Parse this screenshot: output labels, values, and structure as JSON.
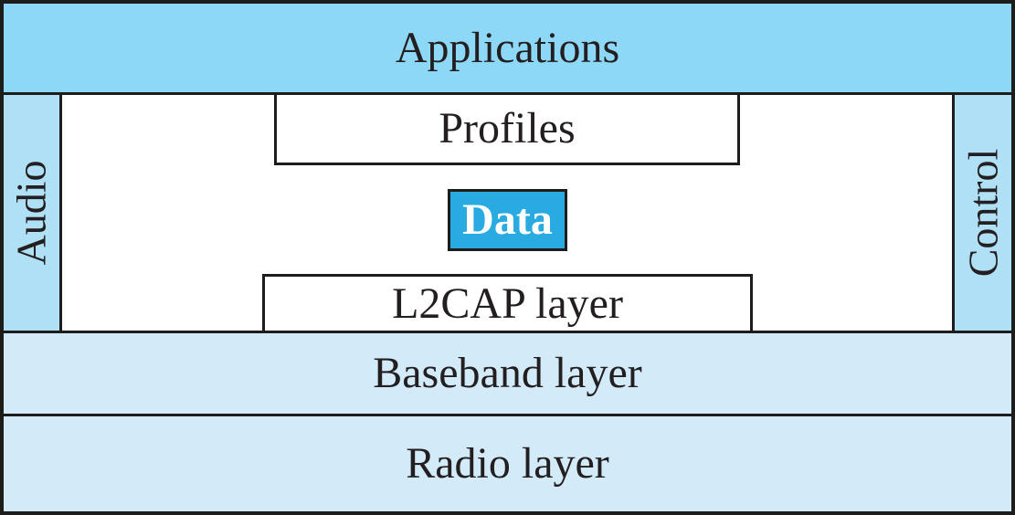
{
  "diagram": {
    "layers": {
      "applications": "Applications",
      "profiles": "Profiles",
      "data": "Data",
      "l2cap": "L2CAP layer",
      "audio": "Audio",
      "control": "Control",
      "baseband": "Baseband layer",
      "radio": "Radio layer"
    },
    "colors": {
      "applications_fill": "#8ed8f7",
      "side_band_fill": "#b0e0f6",
      "lower_band_fill": "#d3ebf9",
      "data_box_fill": "#29abe2",
      "data_text": "#ffffff",
      "box_fill": "#ffffff",
      "border": "#1d1d1b",
      "text": "#231f20"
    }
  }
}
